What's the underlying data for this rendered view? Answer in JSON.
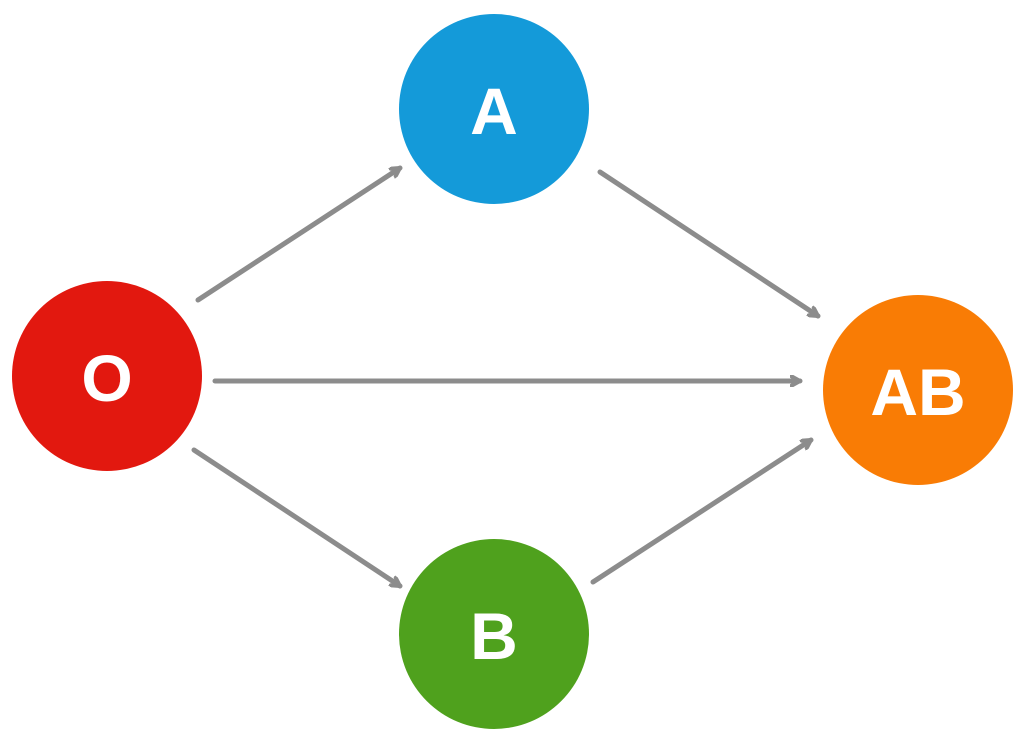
{
  "diagram": {
    "edge_color": "#8c8c8c",
    "nodes": [
      {
        "id": "O",
        "label": "O",
        "color": "#e2180f"
      },
      {
        "id": "A",
        "label": "A",
        "color": "#149ad9"
      },
      {
        "id": "B",
        "label": "B",
        "color": "#4fa11d"
      },
      {
        "id": "AB",
        "label": "AB",
        "color": "#f97c05"
      }
    ],
    "edges": [
      {
        "from": "O",
        "to": "A"
      },
      {
        "from": "O",
        "to": "AB"
      },
      {
        "from": "O",
        "to": "B"
      },
      {
        "from": "A",
        "to": "AB"
      },
      {
        "from": "B",
        "to": "AB"
      }
    ]
  }
}
